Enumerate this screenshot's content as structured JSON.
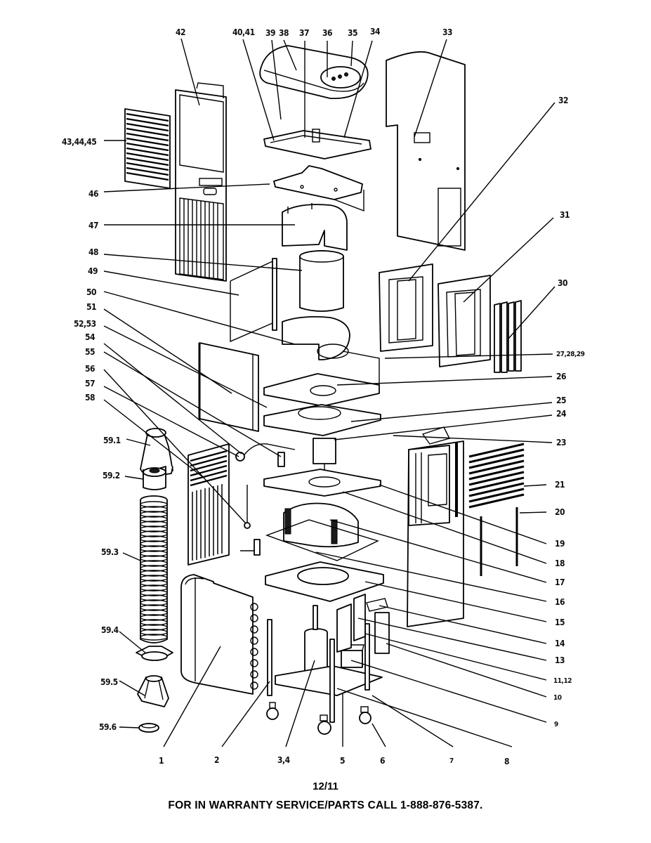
{
  "document": {
    "type": "exploded parts diagram",
    "date_code": "12/11",
    "service_notice": "FOR IN WARRANTY SERVICE/PARTS CALL 1-888-876-5387."
  },
  "callouts": {
    "c1": "1",
    "c2": "2",
    "c3_4": "3,4",
    "c5": "5",
    "c6": "6",
    "c7": "7",
    "c8": "8",
    "c9": "9",
    "c10": "10",
    "c11_12": "11,12",
    "c13": "13",
    "c14": "14",
    "c15": "15",
    "c16": "16",
    "c17": "17",
    "c18": "18",
    "c19": "19",
    "c20": "20",
    "c21": "21",
    "c23": "23",
    "c24": "24",
    "c25": "25",
    "c26": "26",
    "c27_28_29": "27,28,29",
    "c30": "30",
    "c31": "31",
    "c32": "32",
    "c33": "33",
    "c34": "34",
    "c35": "35",
    "c36": "36",
    "c37": "37",
    "c38": "38",
    "c39": "39",
    "c40_41": "40,41",
    "c42": "42",
    "c43_44_45": "43,44,45",
    "c46": "46",
    "c47": "47",
    "c48": "48",
    "c49": "49",
    "c50": "50",
    "c51": "51",
    "c52_53": "52,53",
    "c54": "54",
    "c55": "55",
    "c56": "56",
    "c57": "57",
    "c58": "58",
    "c59_1": "59.1",
    "c59_2": "59.2",
    "c59_3": "59.3",
    "c59_4": "59.4",
    "c59_5": "59.5",
    "c59_6": "59.6"
  }
}
